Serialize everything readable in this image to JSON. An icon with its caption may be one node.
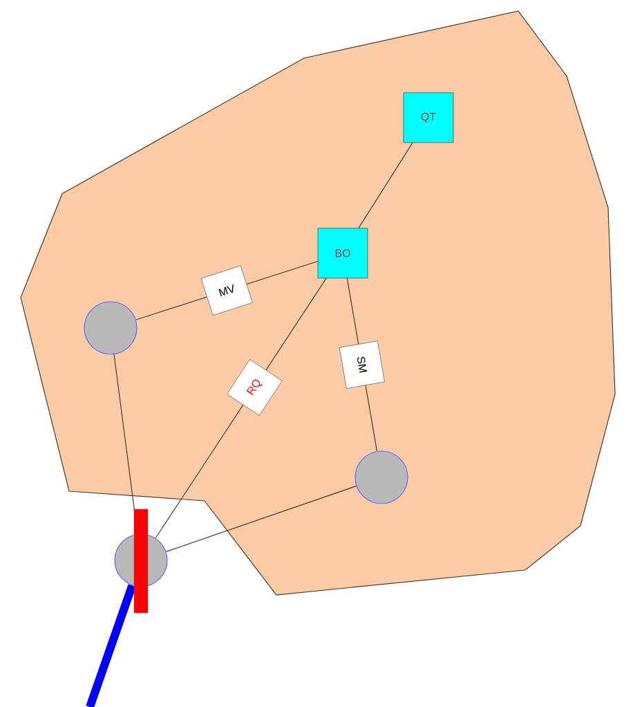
{
  "diagram": {
    "nodes": [
      {
        "text": [],
        "shape": "polygon"
      },
      {
        "text": [
          "QT"
        ],
        "in": 0
      },
      {
        "text": [
          "BO"
        ],
        "in": 0
      },
      {
        "text": [],
        "shape": "circle",
        "in": 0
      },
      {
        "text": [],
        "shape": "circle",
        "in": 0
      },
      {
        "text": [],
        "shape": "circle"
      }
    ],
    "edges": [
      {
        "from": 1,
        "to": 2,
        "arrow": "none"
      },
      {
        "from": 3,
        "to": 2,
        "arrow": "none",
        "label": "MV"
      },
      {
        "from": 2,
        "to": 5,
        "arrow": "none",
        "label": "RQ"
      },
      {
        "from": 2,
        "to": 4,
        "arrow": "none",
        "label": "SM"
      },
      {
        "from": 3,
        "to": 5,
        "arrow": "none"
      },
      {
        "from": 4,
        "to": 5,
        "arrow": "none"
      },
      {
        "from": 5,
        "to": null,
        "arrow": "none",
        "style": "thick",
        "color": "#0000ff"
      }
    ]
  }
}
